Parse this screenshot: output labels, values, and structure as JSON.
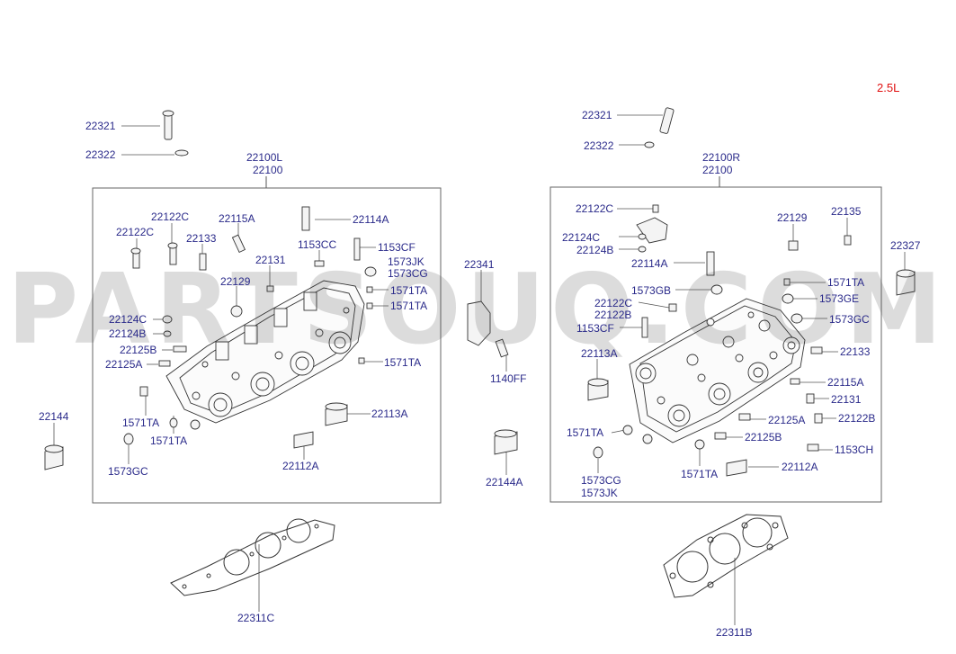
{
  "engine_label": "2.5L",
  "watermark": "PARTSOUQ.COM",
  "colors": {
    "label": "#2a2a8a",
    "engine_label": "#e01010",
    "line": "#555555"
  },
  "left_group": {
    "labels": [
      "22100L",
      "22100",
      "22321",
      "22322",
      "22122C",
      "22122C",
      "22115A",
      "22133",
      "22114A",
      "1153CC",
      "1153CF",
      "1573JK",
      "1573CG",
      "22131",
      "22129",
      "1571TA",
      "1571TA",
      "22124C",
      "22124B",
      "22125B",
      "22125A",
      "1571TA",
      "1571TA",
      "1571TA",
      "1573GC",
      "22113A",
      "22112A",
      "22144",
      "22311C"
    ]
  },
  "center_group": {
    "labels": [
      "22341",
      "1140FF",
      "22144A"
    ]
  },
  "right_group": {
    "labels": [
      "22100R",
      "22100",
      "22321",
      "22322",
      "22122C",
      "22124C",
      "22124B",
      "22114A",
      "22129",
      "22135",
      "22327",
      "1573GB",
      "1571TA",
      "1573GE",
      "1573GC",
      "22122C",
      "22122B",
      "1153CF",
      "22133",
      "22113A",
      "22115A",
      "22131",
      "22125A",
      "22122B",
      "22125B",
      "1153CH",
      "1571TA",
      "1573CG",
      "1573JK",
      "1571TA",
      "22112A",
      "22311B"
    ]
  }
}
